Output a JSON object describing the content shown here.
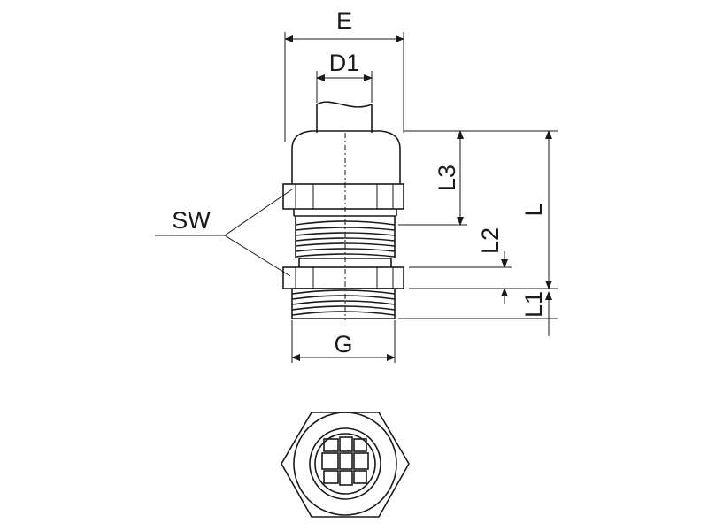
{
  "drawing": {
    "labels": {
      "E": "E",
      "D1": "D1",
      "SW": "SW",
      "G": "G",
      "L": "L",
      "L1": "L1",
      "L2": "L2",
      "L3": "L3"
    },
    "colors": {
      "line": "#1a1a1a",
      "background": "#ffffff"
    }
  }
}
